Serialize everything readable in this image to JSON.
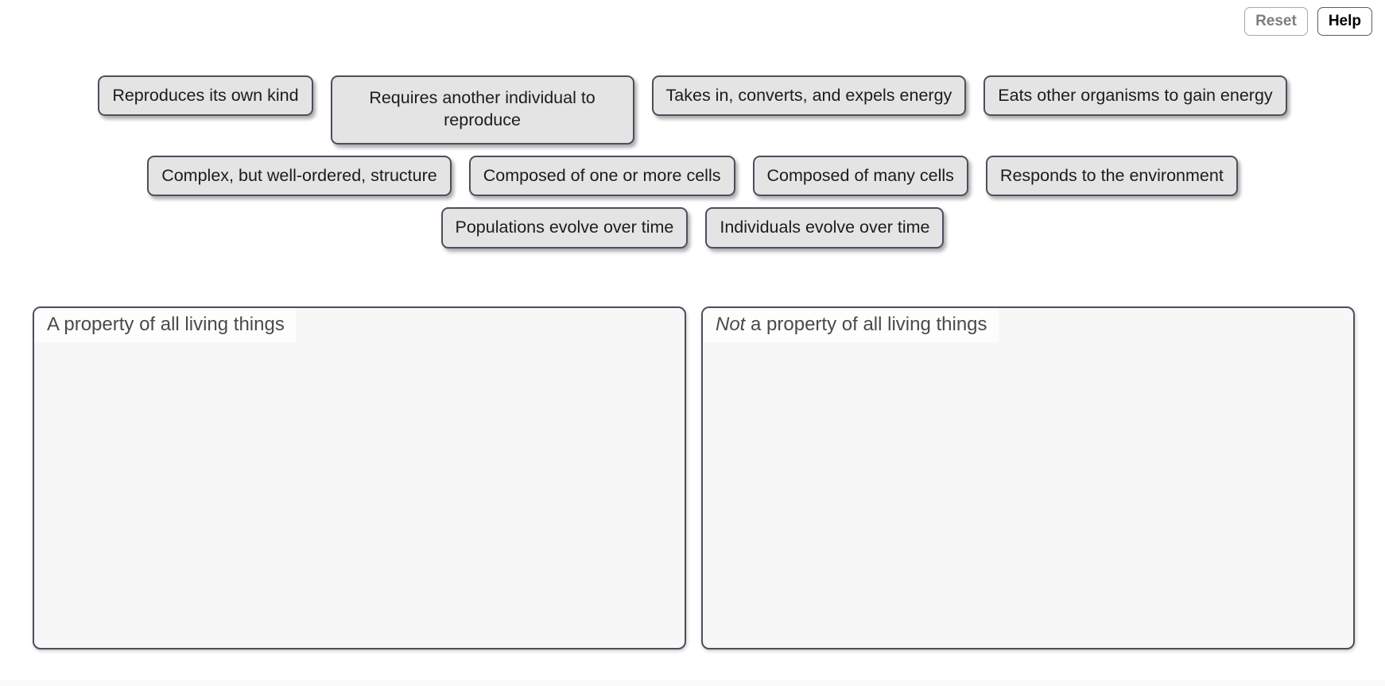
{
  "toolbar": {
    "reset_label": "Reset",
    "help_label": "Help",
    "reset_state": "disabled",
    "help_state": "active"
  },
  "tile_bank": {
    "rows": [
      {
        "tiles": [
          {
            "label": "Reproduces its own kind",
            "lines": 1
          },
          {
            "label": "Requires another individual to reproduce",
            "lines": 2
          },
          {
            "label": "Takes in, converts, and expels energy",
            "lines": 1
          },
          {
            "label": "Eats other organisms to gain energy",
            "lines": 1
          }
        ]
      },
      {
        "tiles": [
          {
            "label": "Complex, but well-ordered, structure",
            "lines": 1
          },
          {
            "label": "Composed of one or more cells",
            "lines": 1
          },
          {
            "label": "Composed of many cells",
            "lines": 1
          },
          {
            "label": "Responds to the environment",
            "lines": 1
          }
        ]
      },
      {
        "tiles": [
          {
            "label": "Populations evolve over time",
            "lines": 1
          },
          {
            "label": "Individuals evolve over time",
            "lines": 1
          }
        ]
      }
    ]
  },
  "dropzones": [
    {
      "header_prefix": "",
      "header_emphasis": "",
      "header_text": "A property of all living things",
      "items": []
    },
    {
      "header_prefix": "",
      "header_emphasis": "Not",
      "header_text": " a property of all living things",
      "items": []
    }
  ],
  "colors": {
    "tile_fill": "#e4e4e4",
    "tile_border": "#4c4f5c",
    "panel_fill": "#f7f7f7",
    "panel_border": "#4c4f5c",
    "header_text": "#4a4a4a",
    "page_background": "#ffffff"
  }
}
